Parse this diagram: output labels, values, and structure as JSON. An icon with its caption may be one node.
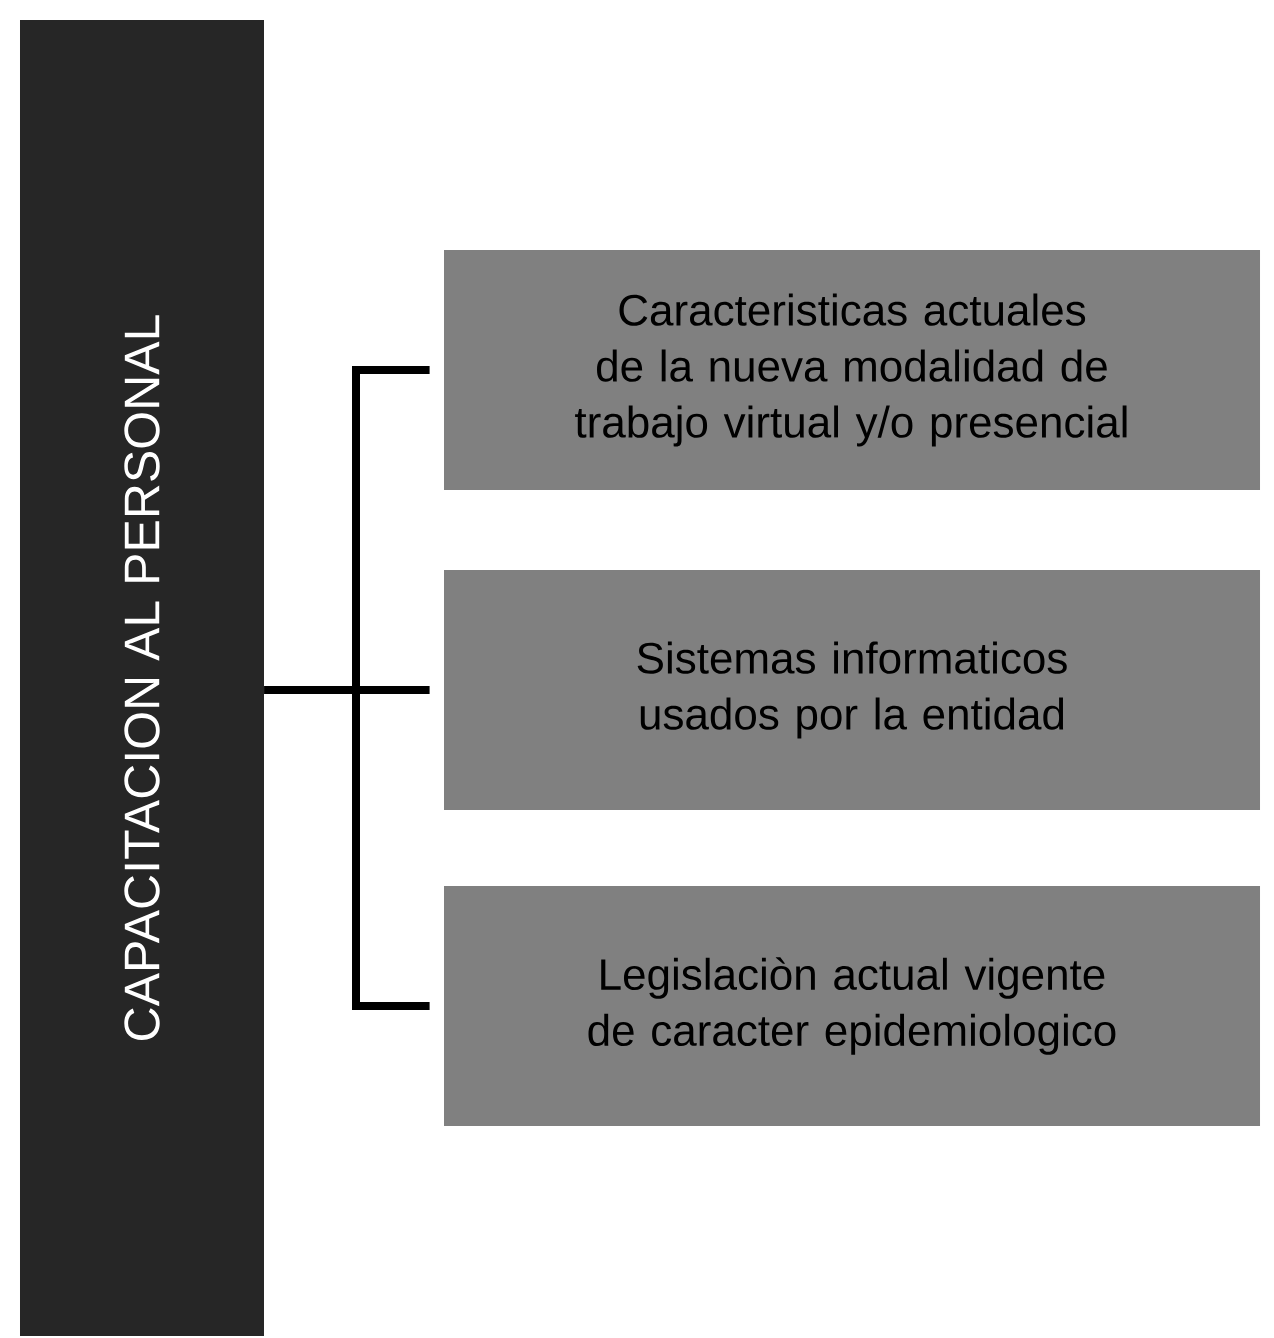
{
  "diagram": {
    "nodes": [
      {
        "text": [
          "CAPACITACION AL PERSONAL"
        ]
      },
      {
        "text": [
          "Caracteristicas actuales de la nueva modalidad de trabajo virtual y/o presencial"
        ]
      },
      {
        "text": [
          "Sistemas informaticos usados por la entidad"
        ]
      },
      {
        "text": [
          "Legislaciòn actual vigente de caracter epidemiologico"
        ]
      }
    ],
    "edges": [
      {
        "from": 0,
        "to": 1,
        "arrow": "none"
      },
      {
        "from": 0,
        "to": 2,
        "arrow": "none"
      },
      {
        "from": 0,
        "to": 3,
        "arrow": "none"
      }
    ]
  }
}
